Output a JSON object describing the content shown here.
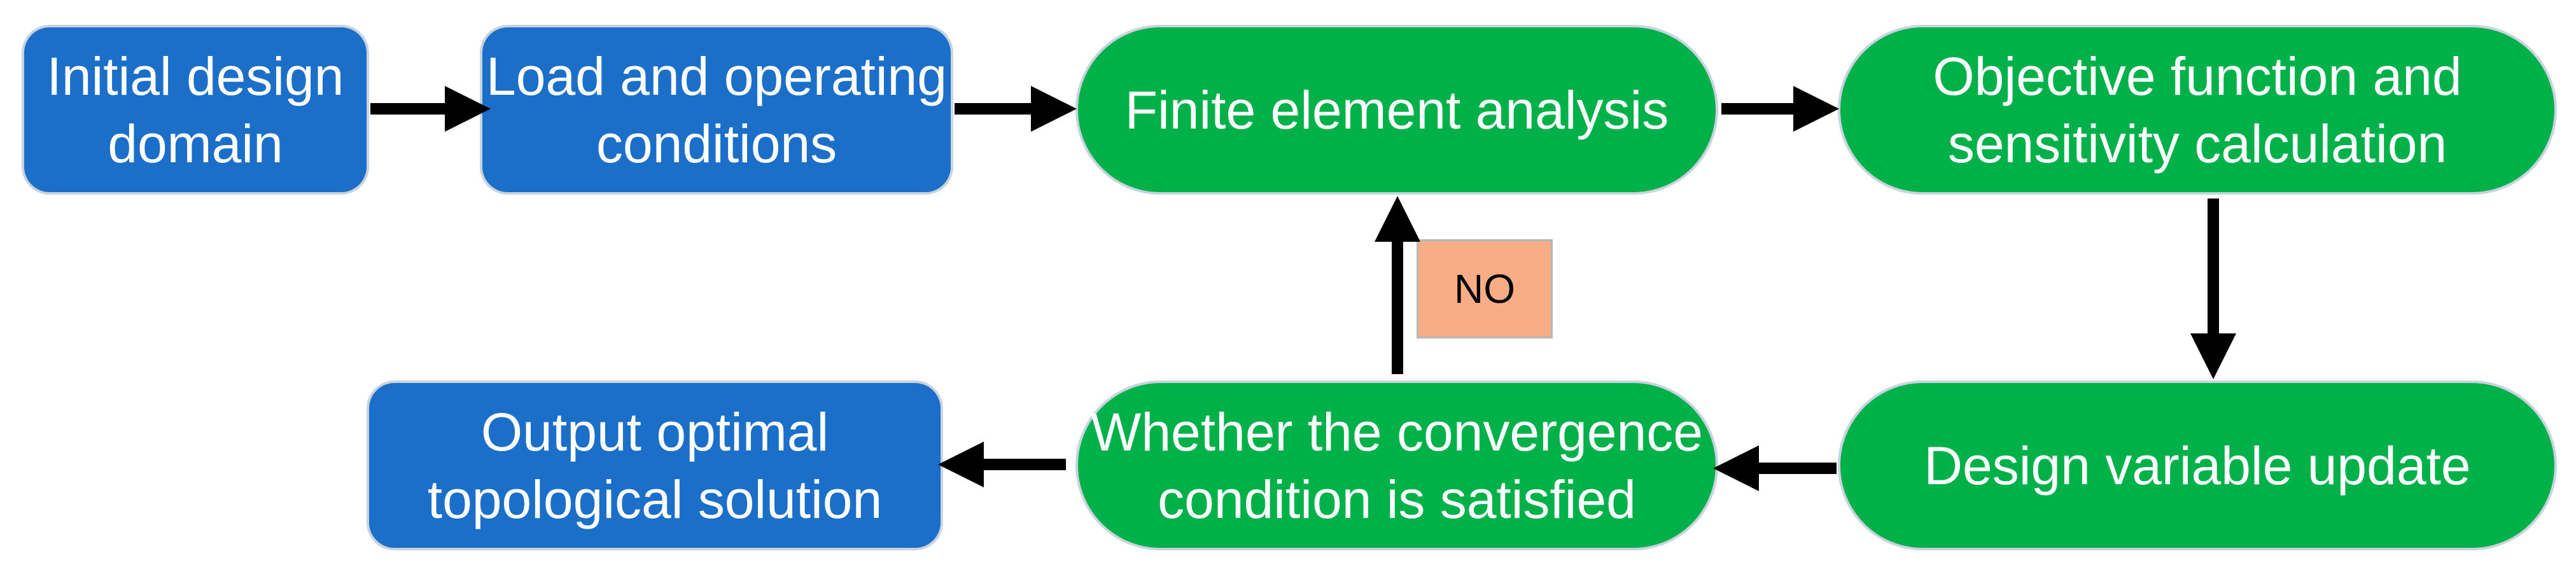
{
  "nodes": {
    "initial_design_domain": "Initial design\ndomain",
    "load_conditions": "Load and operating\nconditions",
    "fea": "Finite element analysis",
    "objective": "Objective function and\nsensitivity calculation",
    "design_update": "Design variable update",
    "convergence": "Whether the convergence\ncondition is satisfied",
    "output": "Output optimal\ntopological solution"
  },
  "no_label": "NO",
  "colors": {
    "blue_node": "#1c6fc9",
    "green_node": "#00b14a",
    "no_box": "#f9ad84",
    "arrow": "#000000"
  }
}
